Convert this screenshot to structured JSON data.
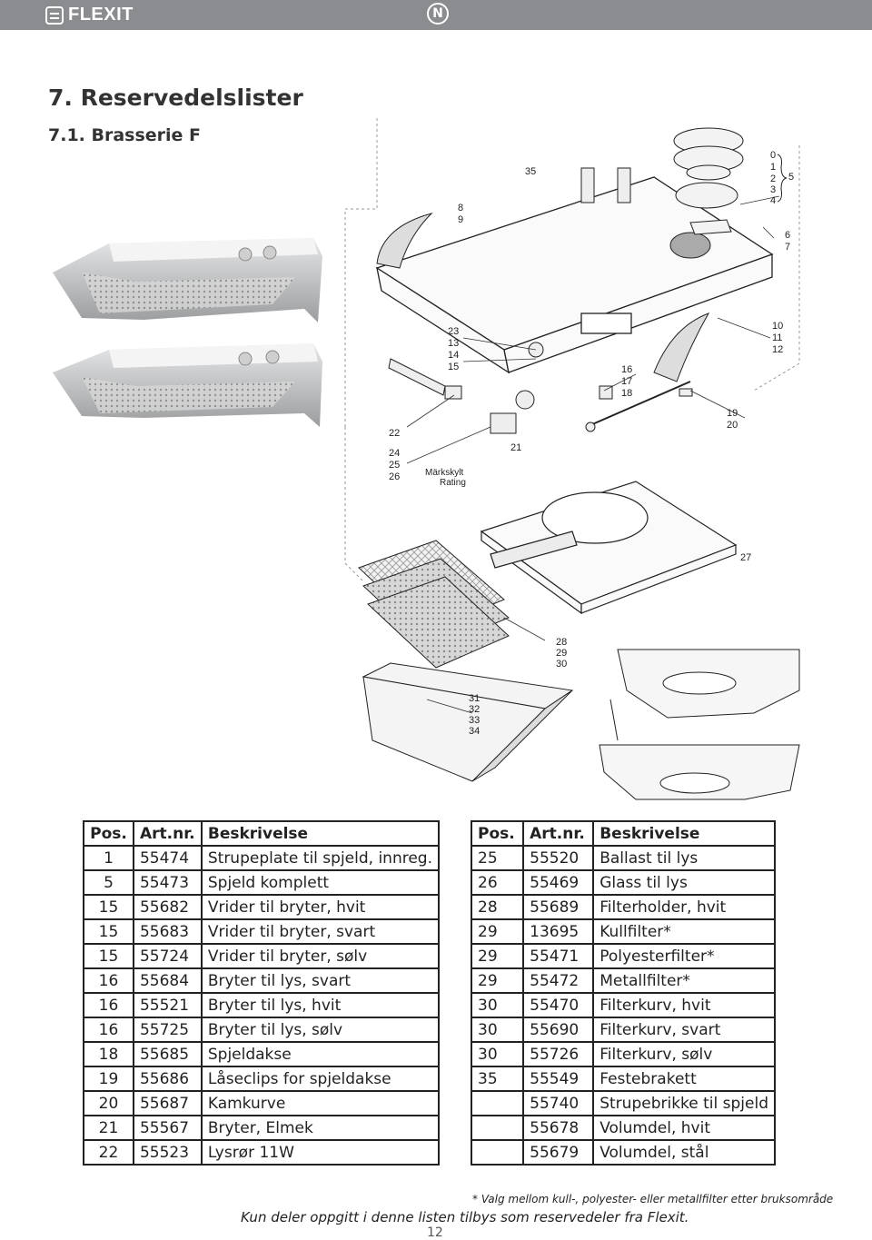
{
  "header": {
    "brand": "FLEXIT",
    "lang_badge": "N"
  },
  "heading": {
    "title": "7.  Reservedelslister",
    "subtitle": "7.1.  Brasserie F"
  },
  "diagram_labels": {
    "l0": "0",
    "l1": "1",
    "l2": "2",
    "l3": "3",
    "l4": "4",
    "l5": "5",
    "l6": "6",
    "l7": "7",
    "l8": "8",
    "l9": "9",
    "l35": "35",
    "l10": "10",
    "l11": "11",
    "l12": "12",
    "l23": "23",
    "l13": "13",
    "l14": "14",
    "l15": "15",
    "l16": "16",
    "l17": "17",
    "l18": "18",
    "l19": "19",
    "l20": "20",
    "l21": "21",
    "l22": "22",
    "l24": "24",
    "l25": "25",
    "l26": "26",
    "rating1": "Märkskylt",
    "rating2": "Rating",
    "l27": "27",
    "l28": "28",
    "l29": "29",
    "l30": "30",
    "l31": "31",
    "l32": "32",
    "l33": "33",
    "l34": "34"
  },
  "table_headers": {
    "pos": "Pos.",
    "art": "Art.nr.",
    "desc": "Beskrivelse"
  },
  "table_left": [
    {
      "pos": "1",
      "art": "55474",
      "desc": "Strupeplate til spjeld, innreg."
    },
    {
      "pos": "5",
      "art": "55473",
      "desc": "Spjeld komplett"
    },
    {
      "pos": "15",
      "art": "55682",
      "desc": "Vrider til bryter, hvit"
    },
    {
      "pos": "15",
      "art": "55683",
      "desc": "Vrider til bryter, svart"
    },
    {
      "pos": "15",
      "art": "55724",
      "desc": "Vrider til bryter, sølv"
    },
    {
      "pos": "16",
      "art": "55684",
      "desc": "Bryter til lys, svart"
    },
    {
      "pos": "16",
      "art": "55521",
      "desc": "Bryter til lys, hvit"
    },
    {
      "pos": "16",
      "art": "55725",
      "desc": "Bryter til lys, sølv"
    },
    {
      "pos": "18",
      "art": "55685",
      "desc": "Spjeldakse"
    },
    {
      "pos": "19",
      "art": "55686",
      "desc": "Låseclips for spjeldakse"
    },
    {
      "pos": "20",
      "art": "55687",
      "desc": "Kamkurve"
    },
    {
      "pos": "21",
      "art": "55567",
      "desc": "Bryter, Elmek"
    },
    {
      "pos": "22",
      "art": "55523",
      "desc": "Lysrør 11W"
    }
  ],
  "table_right": [
    {
      "pos": "25",
      "art": "55520",
      "desc": "Ballast til lys"
    },
    {
      "pos": "26",
      "art": "55469",
      "desc": "Glass til lys"
    },
    {
      "pos": "28",
      "art": "55689",
      "desc": "Filterholder, hvit"
    },
    {
      "pos": "29",
      "art": "13695",
      "desc": "Kullfilter*"
    },
    {
      "pos": "29",
      "art": "55471",
      "desc": "Polyesterfilter*"
    },
    {
      "pos": "29",
      "art": "55472",
      "desc": "Metallfilter*"
    },
    {
      "pos": "30",
      "art": "55470",
      "desc": "Filterkurv, hvit"
    },
    {
      "pos": "30",
      "art": "55690",
      "desc": "Filterkurv, svart"
    },
    {
      "pos": "30",
      "art": "55726",
      "desc": "Filterkurv, sølv"
    },
    {
      "pos": "35",
      "art": "55549",
      "desc": "Festebrakett"
    },
    {
      "pos": "",
      "art": "55740",
      "desc": "Strupebrikke til spjeld"
    },
    {
      "pos": "",
      "art": "55678",
      "desc": "Volumdel, hvit"
    },
    {
      "pos": "",
      "art": "55679",
      "desc": "Volumdel, stål"
    }
  ],
  "footnote": "* Valg mellom kull-, polyester- eller metallfilter etter bruksområde",
  "footer": "Kun deler oppgitt i denne listen tilbys som reservedeler fra Flexit.",
  "page_number": "12",
  "colors": {
    "topbar": "#8a8c8f",
    "text": "#222222"
  }
}
